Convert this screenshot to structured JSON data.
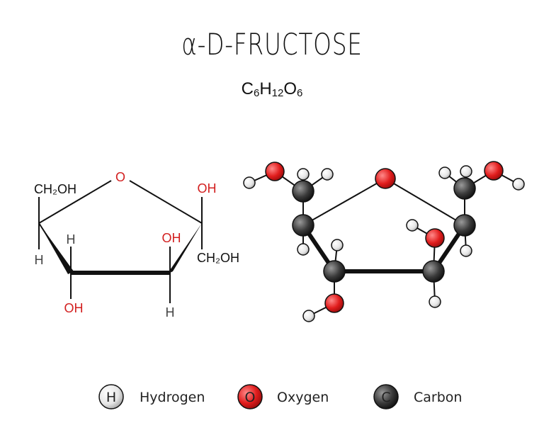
{
  "title": "α-D-FRUCTOSE",
  "formula": {
    "c": "C",
    "c_n": "6",
    "h": "H",
    "h_n": "12",
    "o": "O",
    "o_n": "6"
  },
  "structural": {
    "ring_oxygen": "O",
    "top_left_group": "CH₂OH",
    "top_right_oh": "OH",
    "right_ch2oh": "CH₂OH",
    "right_oh": "OH",
    "left_h": "H",
    "inner_h": "H",
    "bottom_oh": "OH",
    "bottom_h": "H"
  },
  "legend": [
    {
      "symbol": "H",
      "label": "Hydrogen",
      "color": "#e6e6e6"
    },
    {
      "symbol": "O",
      "label": "Oxygen",
      "color": "#e11d1d"
    },
    {
      "symbol": "C",
      "label": "Carbon",
      "color": "#3a3a3a"
    }
  ],
  "colors": {
    "oxygen_text": "#d21f1f",
    "hydrogen_text": "#444444",
    "bond": "#111111"
  }
}
